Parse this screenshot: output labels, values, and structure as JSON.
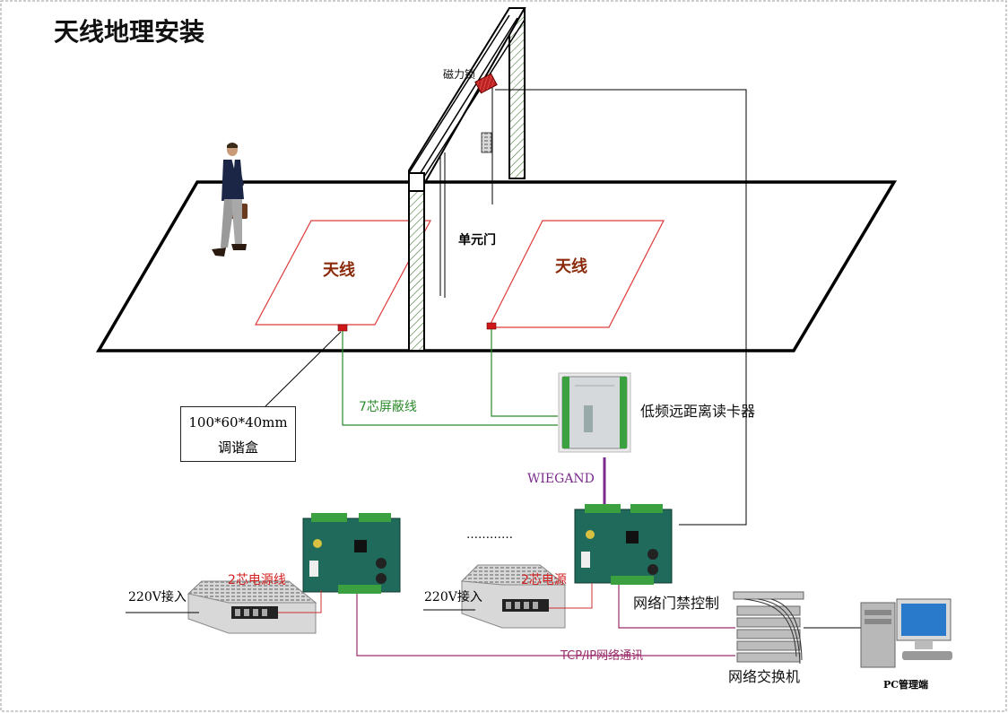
{
  "title": "天线地理安装",
  "labels": {
    "magnetic_lock": "磁力锁",
    "unit_door": "单元门",
    "antenna_left": "天线",
    "antenna_right": "天线",
    "tuning_box_line1": "100*60*40mm",
    "tuning_box_line2": "调谐盒",
    "shield_cable": "7芯屏蔽线",
    "reader": "低频远距离读卡器",
    "wiegand": "WIEGAND",
    "dots": "…………",
    "power_cable_left": "2芯电源线",
    "power_cable_right": "2芯电源",
    "ac_input_left": "220V接入",
    "ac_input_right": "220V接入",
    "network_access_control": "网络门禁控制",
    "tcpip": "TCP/IP网络通讯",
    "network_switch": "网络交换机",
    "pc_management": "PC管理端"
  },
  "colors": {
    "antenna_outline": "#e03a3a",
    "shield_cable": "#2a8a2a",
    "wiegand_cable": "#7a2c8c",
    "power_cable": "#c83030",
    "tcpip_cable": "#9a2d6a",
    "hatch": "#4a7a3a",
    "pcb": "#1f6a5a",
    "terminal": "#3aa040"
  }
}
